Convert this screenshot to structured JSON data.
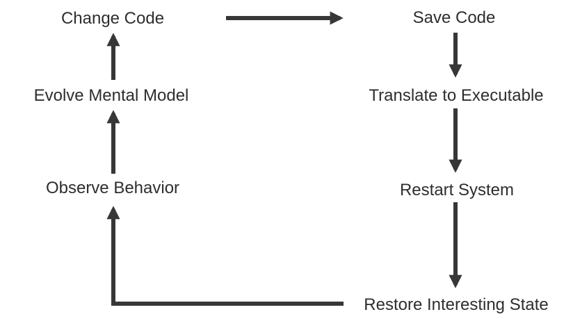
{
  "diagram": {
    "type": "flow-cycle",
    "colors": {
      "background": "#ffffff",
      "text": "#2e2e2e",
      "arrow": "#373737"
    },
    "nodes": [
      {
        "id": "change-code",
        "label": "Change Code"
      },
      {
        "id": "save-code",
        "label": "Save Code"
      },
      {
        "id": "evolve-mental-model",
        "label": "Evolve Mental Model"
      },
      {
        "id": "translate-to-executable",
        "label": "Translate to Executable"
      },
      {
        "id": "observe-behavior",
        "label": "Observe Behavior"
      },
      {
        "id": "restart-system",
        "label": "Restart System"
      },
      {
        "id": "restore-interesting-state",
        "label": "Restore Interesting State"
      }
    ],
    "edges": [
      {
        "from": "Change Code",
        "to": "Save Code"
      },
      {
        "from": "Save Code",
        "to": "Translate to Executable"
      },
      {
        "from": "Translate to Executable",
        "to": "Restart System"
      },
      {
        "from": "Restart System",
        "to": "Restore Interesting State"
      },
      {
        "from": "Restore Interesting State",
        "to": "Observe Behavior"
      },
      {
        "from": "Observe Behavior",
        "to": "Evolve Mental Model"
      },
      {
        "from": "Evolve Mental Model",
        "to": "Change Code"
      }
    ]
  }
}
